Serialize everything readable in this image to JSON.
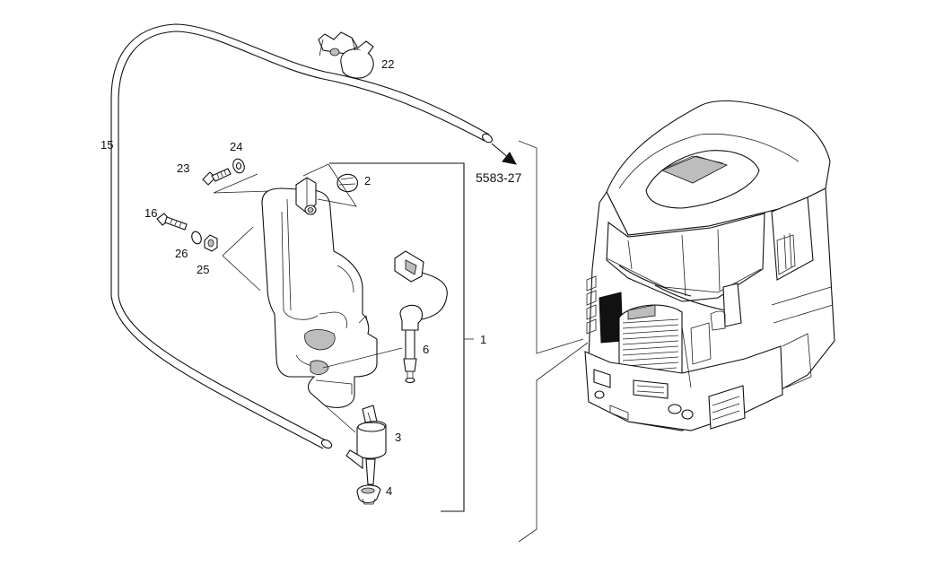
{
  "callouts": {
    "hose": "15",
    "clip": "22",
    "screw_upper": "23",
    "washer_upper": "24",
    "cap": "2",
    "screw_lower": "16",
    "washer_lower": "26",
    "nut": "25",
    "sensor": "6",
    "assembly": "1",
    "pump": "3",
    "grommet": "4"
  },
  "reference": "5583-27"
}
